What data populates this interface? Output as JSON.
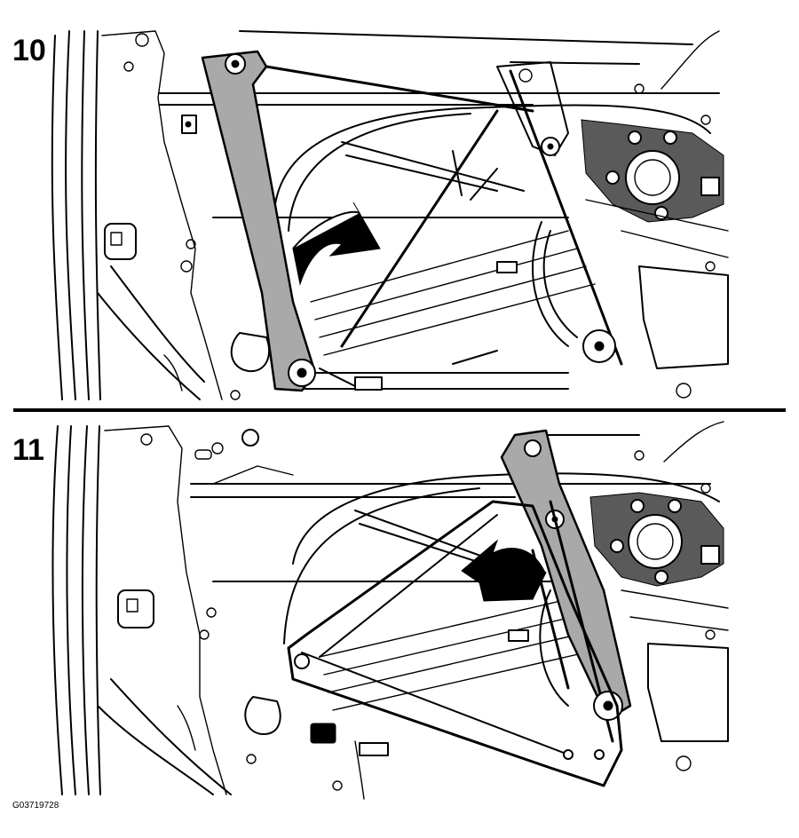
{
  "steps": [
    {
      "number": "10"
    },
    {
      "number": "11"
    }
  ],
  "figure_id": "G03719728",
  "colors": {
    "highlight_part": "#a9a9a9",
    "line": "#000000",
    "background": "#ffffff"
  },
  "icons": [
    "rotate-arrow-icon",
    "rotate-arrow-icon"
  ]
}
